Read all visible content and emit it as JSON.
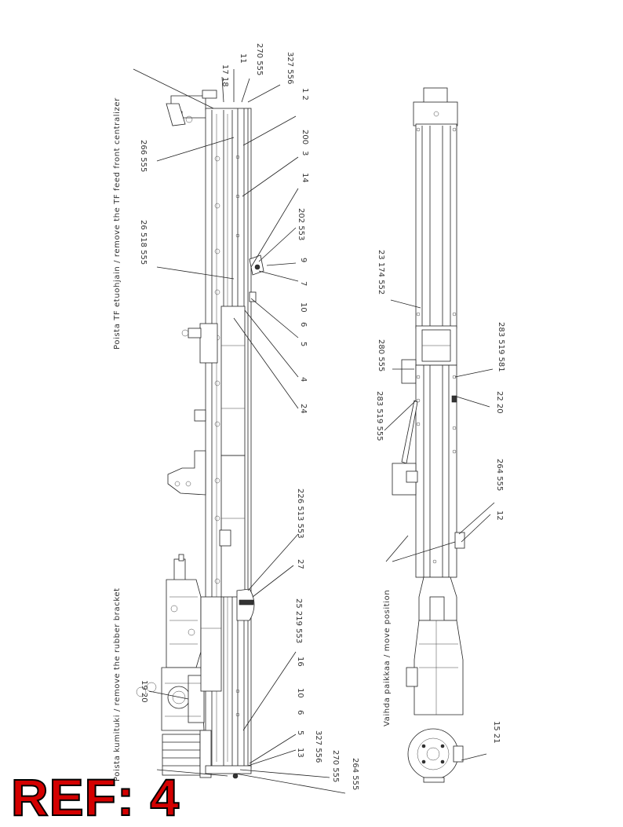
{
  "notes": {
    "remove_centralizer": "Poista TF etuohjain / remove the TF feed front centralizer",
    "remove_rubber": "Poista kumituki / remove the rubber bracket",
    "move_position": "Vaihda paikkaa / move position"
  },
  "left_labels": [
    "17  18",
    "11",
    "270 555",
    "327 556",
    "1  2",
    "200",
    "266 555",
    "3",
    "14",
    "202 553",
    "9",
    "26 518 555",
    "7",
    "10",
    "6",
    "5",
    "4",
    "24",
    "226 513 553",
    "27",
    "25 219 553",
    "16",
    "10",
    "6",
    "5",
    "13",
    "327 556",
    "270 555",
    "264 555",
    "19  20"
  ],
  "right_labels": [
    "23 174 552",
    "280 555",
    "283 519 581",
    "283 519 555",
    "22  20",
    "264 555",
    "12",
    "15  21"
  ],
  "ref_label": "REF: 4"
}
